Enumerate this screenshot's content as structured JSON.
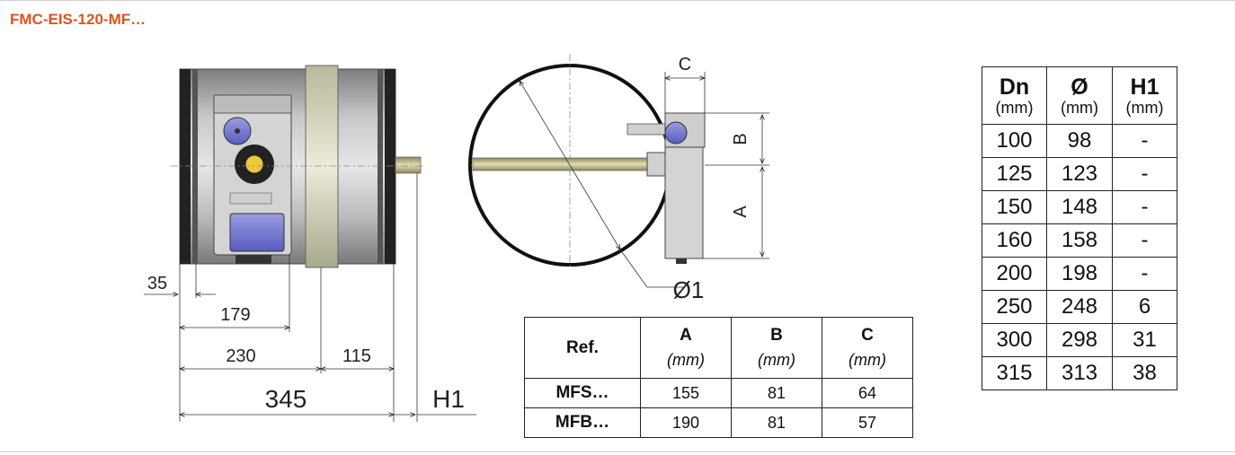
{
  "title": "FMC-EIS-120-MF…",
  "dimensions": {
    "d35": "35",
    "d179": "179",
    "d230": "230",
    "d115": "115",
    "d345": "345",
    "h1": "H1",
    "c": "C",
    "b": "B",
    "a": "A",
    "phi1": "Ø1"
  },
  "ref_table": {
    "headers": {
      "ref": "Ref.",
      "a": "A",
      "b": "B",
      "c": "C",
      "unit": "(mm)"
    },
    "rows": [
      {
        "ref": "MFS…",
        "a": "155",
        "b": "81",
        "c": "64"
      },
      {
        "ref": "MFB…",
        "a": "190",
        "b": "81",
        "c": "57"
      }
    ]
  },
  "dn_table": {
    "headers": [
      {
        "label": "Dn",
        "unit": "(mm)"
      },
      {
        "label": "Ø",
        "unit": "(mm)"
      },
      {
        "label": "H1",
        "unit": "(mm)"
      }
    ],
    "rows": [
      [
        "100",
        "98",
        "-"
      ],
      [
        "125",
        "123",
        "-"
      ],
      [
        "150",
        "148",
        "-"
      ],
      [
        "160",
        "158",
        "-"
      ],
      [
        "200",
        "198",
        "-"
      ],
      [
        "250",
        "248",
        "6"
      ],
      [
        "300",
        "298",
        "31"
      ],
      [
        "315",
        "313",
        "38"
      ]
    ]
  }
}
